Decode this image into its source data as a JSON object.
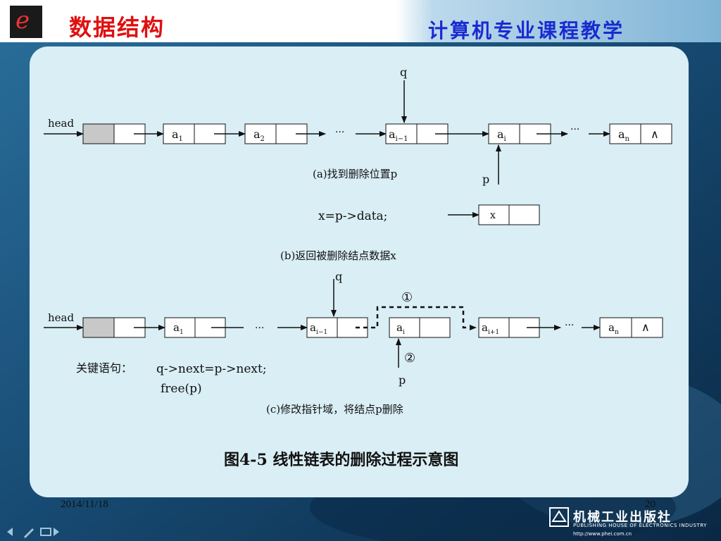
{
  "header": {
    "title": "数据结构",
    "subtitle": "计算机专业课程教学"
  },
  "part_a": {
    "head": "head",
    "nodes": [
      "a1",
      "a2",
      "ai-1",
      "ai",
      "an"
    ],
    "ellipsis": "···",
    "null_symbol": "∧",
    "q": "q",
    "p": "p",
    "caption": "(a)找到删除位置p"
  },
  "part_b": {
    "statement": "x=p->data;",
    "node_value": "x",
    "caption": "(b)返回被删除结点数据x"
  },
  "part_c": {
    "head": "head",
    "nodes": [
      "a1",
      "ai-1",
      "ai",
      "ai+1",
      "an"
    ],
    "ellipsis": "···",
    "null_symbol": "∧",
    "q": "q",
    "p": "p",
    "step1": "①",
    "step2": "②",
    "key_label": "关键语句：",
    "code_line1": "q->next=p->next;",
    "code_line2": "free(p)",
    "caption": "(c)修改指针域，将结点p删除"
  },
  "figure_caption": "图4-5 线性链表的删除过程示意图",
  "footer": {
    "date": "2014/11/18",
    "page": "20",
    "publisher_cn": "机械工业出版社",
    "publisher_en": "PUBLISHING HOUSE OF ELECTRONICS INDUSTRY",
    "publisher_url": "http://www.phei.com.cn"
  },
  "colors": {
    "title": "#e01010",
    "subtitle": "#1a2ad0",
    "panel": "#d9eef5",
    "background": "#0f3a5c"
  }
}
